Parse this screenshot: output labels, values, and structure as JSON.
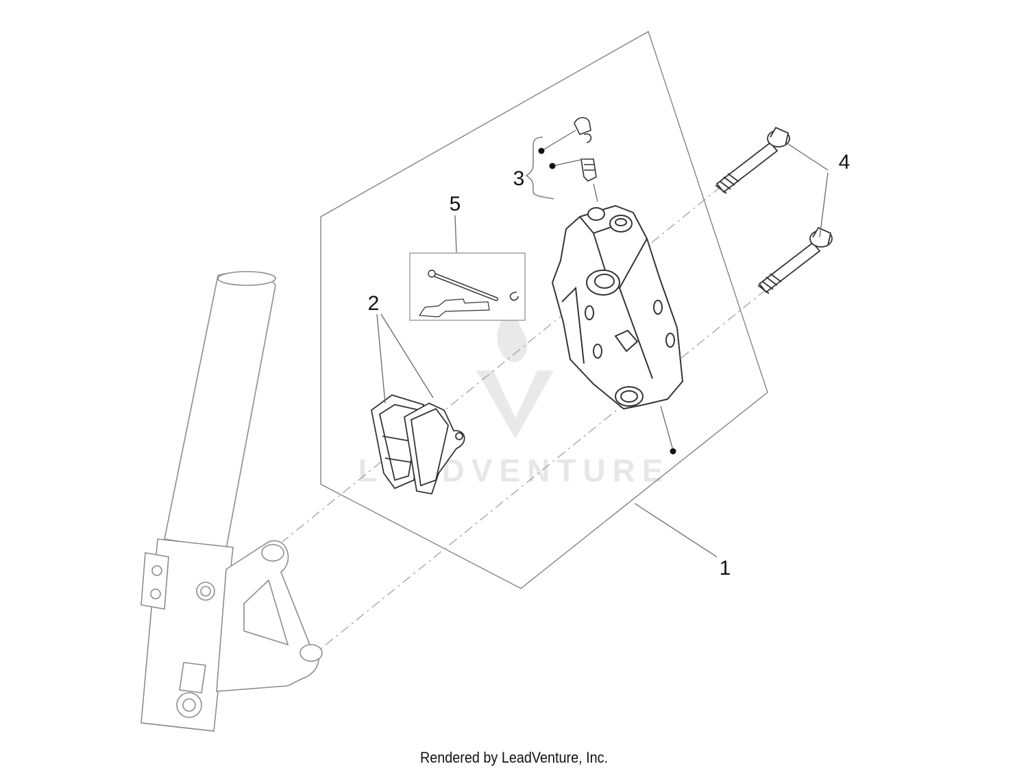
{
  "callouts": {
    "c1": "1",
    "c2": "2",
    "c3": "3",
    "c4": "4",
    "c5": "5"
  },
  "watermark": {
    "text": "LEADVENTURE"
  },
  "footer": {
    "text": "Rendered by LeadVenture, Inc."
  },
  "colors": {
    "line": "#555555",
    "fork": "#9a9a9a",
    "watermark": "#e7e7e7"
  }
}
